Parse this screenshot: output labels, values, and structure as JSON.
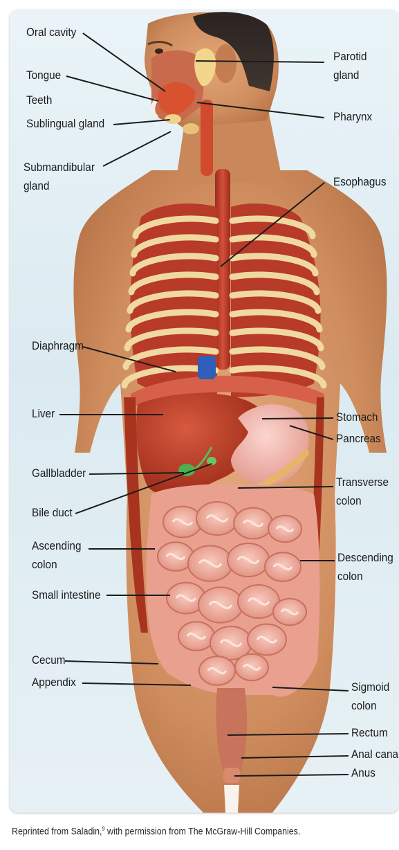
{
  "labels_left": [
    {
      "id": "oral-cavity",
      "text": "Oral cavity"
    },
    {
      "id": "tongue",
      "text": "Tongue"
    },
    {
      "id": "teeth",
      "text": "Teeth"
    },
    {
      "id": "sublingual-gland",
      "text": "Sublingual gland"
    },
    {
      "id": "submandibular-gland",
      "text": "Submandibular gland",
      "lines": [
        "Submandibular",
        "gland"
      ]
    },
    {
      "id": "diaphragm",
      "text": "Diaphragm"
    },
    {
      "id": "liver",
      "text": "Liver"
    },
    {
      "id": "gallbladder",
      "text": "Gallbladder"
    },
    {
      "id": "bile-duct",
      "text": "Bile duct"
    },
    {
      "id": "ascending-colon",
      "text": "Ascending colon",
      "lines": [
        "Ascending",
        "colon"
      ]
    },
    {
      "id": "small-intestine",
      "text": "Small intestine"
    },
    {
      "id": "cecum",
      "text": "Cecum"
    },
    {
      "id": "appendix",
      "text": "Appendix"
    }
  ],
  "labels_right": [
    {
      "id": "parotid-gland",
      "text": "Parotid gland",
      "lines": [
        "Parotid",
        "gland"
      ]
    },
    {
      "id": "pharynx",
      "text": "Pharynx"
    },
    {
      "id": "esophagus",
      "text": "Esophagus"
    },
    {
      "id": "stomach",
      "text": "Stomach"
    },
    {
      "id": "pancreas",
      "text": "Pancreas"
    },
    {
      "id": "transverse-colon",
      "text": "Transverse colon",
      "lines": [
        "Transverse",
        "colon"
      ]
    },
    {
      "id": "descending-colon",
      "text": "Descending colon",
      "lines": [
        "Descending",
        "colon"
      ]
    },
    {
      "id": "sigmoid-colon",
      "text": "Sigmoid colon",
      "lines": [
        "Sigmoid",
        "colon"
      ]
    },
    {
      "id": "rectum",
      "text": "Rectum"
    },
    {
      "id": "anal-canal",
      "text": "Anal canal"
    },
    {
      "id": "anus",
      "text": "Anus"
    }
  ],
  "credit": {
    "before": "Reprinted from Saladin,",
    "superscript": "9",
    "after": " with permission from The McGraw-Hill Companies."
  },
  "colors": {
    "background": "#dfecf2",
    "skin": "#d9996a",
    "muscle": "#c0392b",
    "rib": "#f0d9a0",
    "intestine": "#f2b3a6",
    "liver": "#b8341f",
    "stomach": "#efb7b0",
    "gallbladder": "#4caf50",
    "diaphragm_stub": "#2f5fb8",
    "label": "#1b1b1b"
  }
}
